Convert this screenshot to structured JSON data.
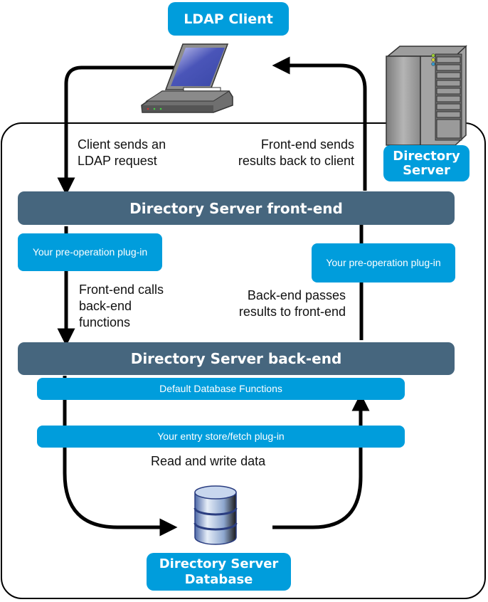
{
  "diagram": {
    "nodes": {
      "ldap_client": "LDAP Client",
      "directory_server": "Directory Server",
      "front_end": "Directory Server front-end",
      "back_end": "Directory Server back-end",
      "database": "Directory Server Database"
    },
    "plugins": {
      "pre_op_left": "Your pre-operation plug-in",
      "pre_op_right": "Your pre-operation plug-in",
      "default_db": "Default Database Functions",
      "entry_store": "Your entry store/fetch plug-in"
    },
    "flow_labels": {
      "client_sends": "Client sends an\nLDAP request",
      "frontend_sends": "Front-end sends\nresults back to client",
      "frontend_calls": "Front-end calls\nback-end\nfunctions",
      "backend_passes": "Back-end passes\nresults to front-end",
      "read_write": "Read and write data"
    },
    "icons": [
      "laptop-icon",
      "server-tower-icon",
      "database-cylinder-icon"
    ],
    "colors": {
      "accent_blue": "#009ddc",
      "bar_slate": "#46667e",
      "arrow": "#000000"
    }
  }
}
